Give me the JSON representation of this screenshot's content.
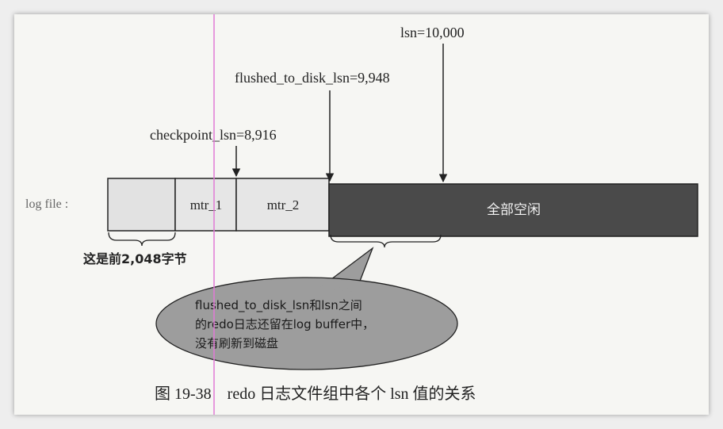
{
  "labels": {
    "lsn": "lsn=10,000",
    "flushed": "flushed_to_disk_lsn=9,948",
    "checkpoint": "checkpoint_lsn=8,916",
    "log_file": "log file :",
    "mtr1": "mtr_1",
    "mtr2": "mtr_2",
    "free": "全部空闲",
    "first_bytes": "这是前2,048字节"
  },
  "bubble": {
    "line1": "flushed_to_disk_lsn和lsn之间",
    "line2": "的redo日志还留在log buffer中，",
    "line3": "没有刷新到磁盘"
  },
  "caption": "图 19-38    redo 日志文件组中各个 lsn 值的关系",
  "colors": {
    "header_block": "#e2e2e2",
    "mtr_block": "#e6e6e6",
    "free_block": "#4a4a4a",
    "bubble_fill": "#9d9d9d",
    "guide_line": "#e17ad6"
  }
}
